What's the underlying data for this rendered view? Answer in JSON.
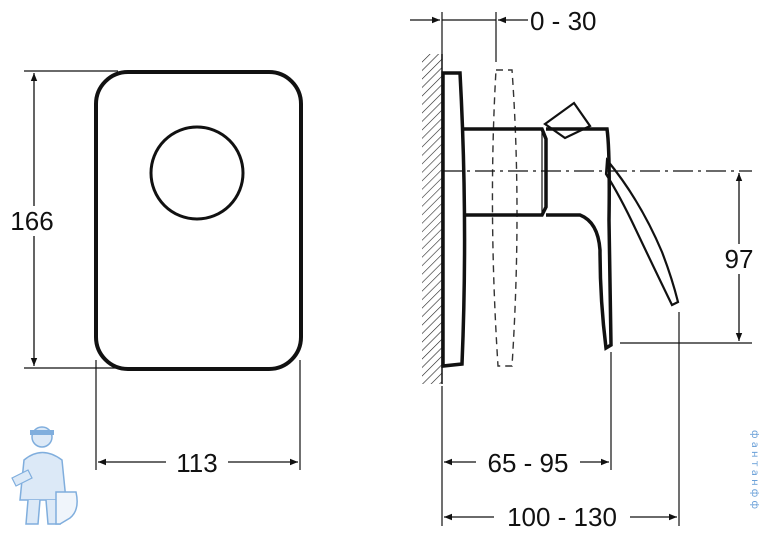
{
  "dimensions": {
    "height_front": "166",
    "width_front": "113",
    "wall_offset": "0 - 30",
    "handle_height": "97",
    "depth_handle": "65 - 95",
    "depth_total": "100 - 130"
  },
  "watermark": {
    "vertical_text": "ф а н т а н ф ф"
  },
  "colors": {
    "line": "#111111",
    "dashed": "#333333",
    "watermark": "#6aa0d8"
  }
}
